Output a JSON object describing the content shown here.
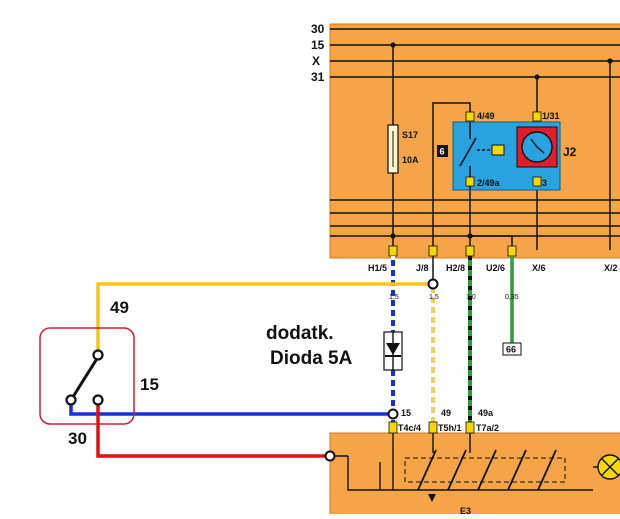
{
  "rails": {
    "r30": "30",
    "r15": "15",
    "rx": "X",
    "r31": "31"
  },
  "fuse": {
    "name": "S17",
    "rating": "10A"
  },
  "relay": {
    "number": "6",
    "name": "J2",
    "pin_top_left": "4/49",
    "pin_top_right": "1/31",
    "pin_bottom_left": "2/49a",
    "pin_bottom_right": "3"
  },
  "connectors": {
    "h1_5": "H1/5",
    "j_8": "J/8",
    "h2_8": "H2/8",
    "u2_6": "U2/6",
    "x_6": "X/6",
    "x_2": "X/2",
    "t4c_4": "T4c/4",
    "t5h_1": "T5h/1",
    "t7a_2": "T7a/2"
  },
  "wire_sizes": {
    "w1": "1,5",
    "w2": "1,5",
    "w3": "1,0",
    "w4": "0,35"
  },
  "ground_ref": "66",
  "terminals": {
    "t15": "15",
    "t49": "49",
    "t49a": "49a"
  },
  "switch_labels": {
    "l49": "49",
    "l15": "15",
    "l30": "30"
  },
  "note": {
    "line1": "dodatk.",
    "line2": "Dioda 5A"
  },
  "bottom_label": "E3",
  "colors": {
    "panel": "#f5a447",
    "yellow_wire": "#f5c518",
    "blue_wire": "#1a2fd6",
    "red_wire": "#e01010",
    "green_wire": "#2e9e3a",
    "relay_blue": "#28a3e0",
    "switch_box": "#d0202a"
  }
}
